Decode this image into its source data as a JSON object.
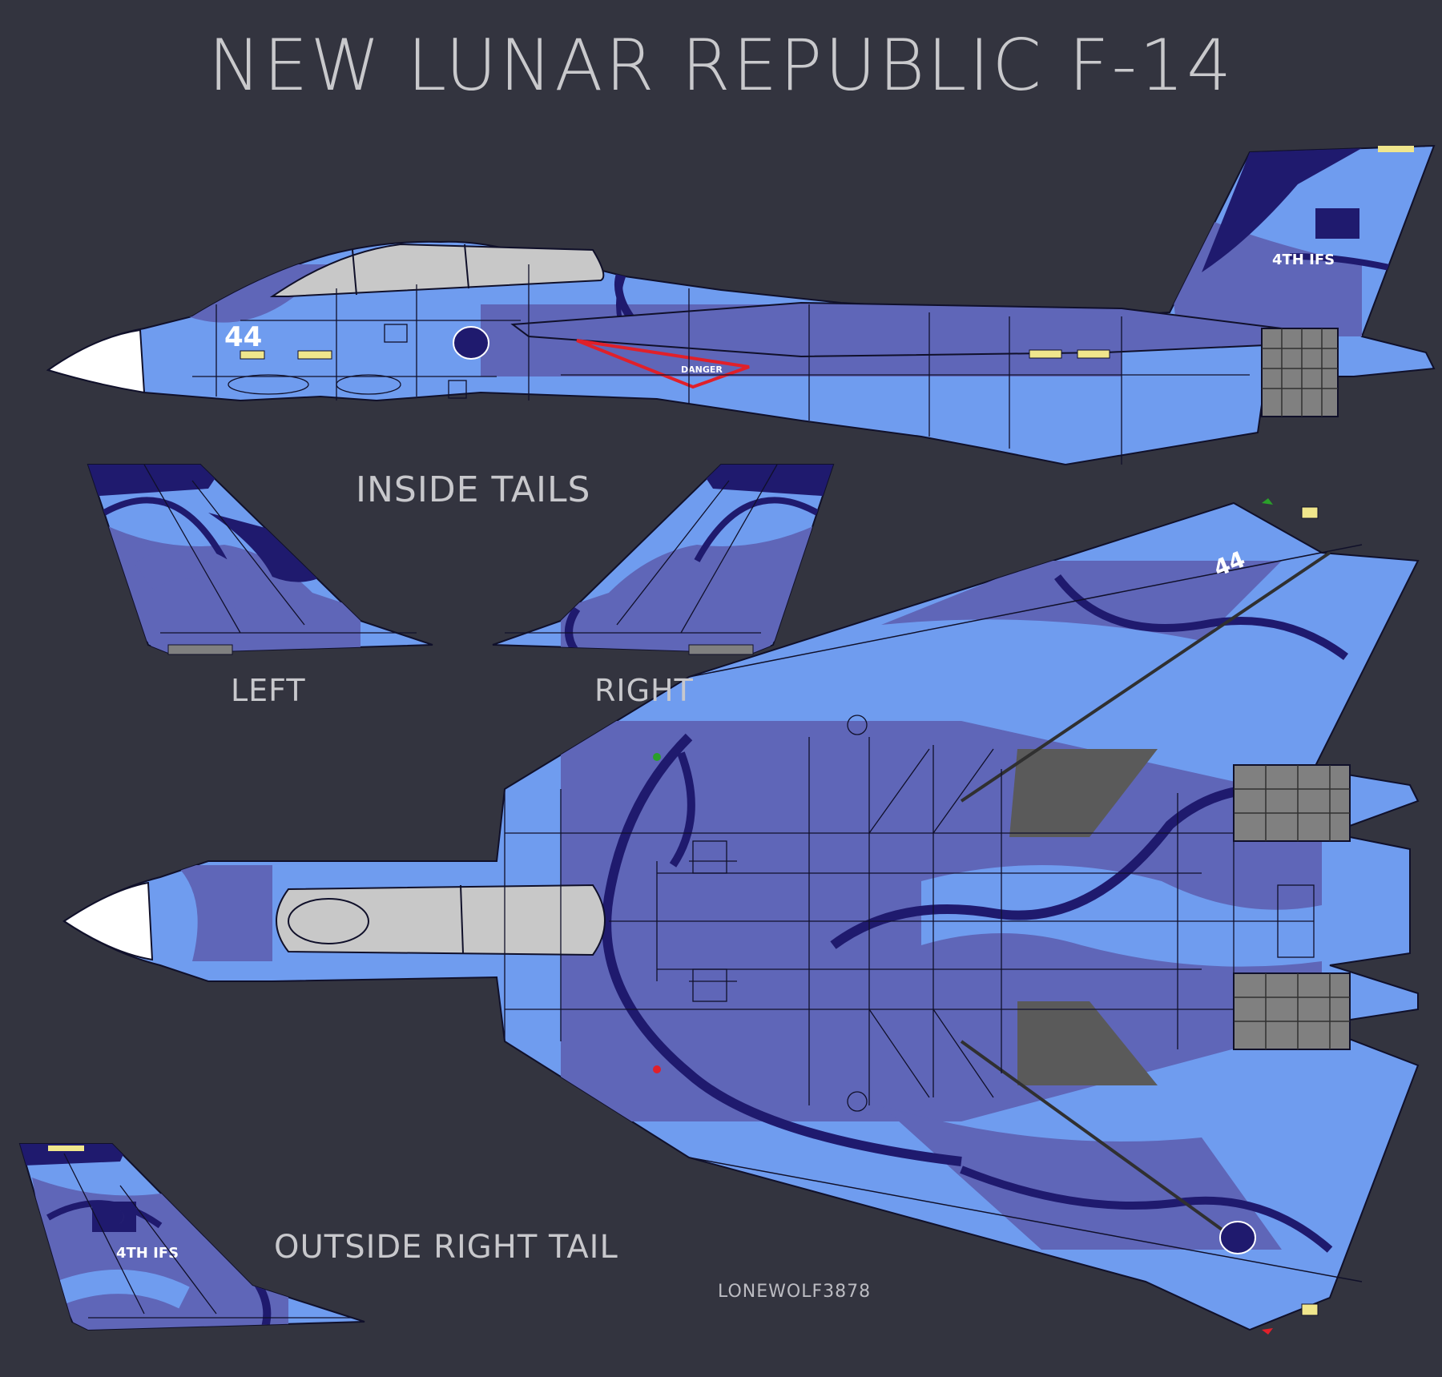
{
  "title": "NEW LUNAR REPUBLIC F-14",
  "labels": {
    "inside_tails": "INSIDE TAILS",
    "left": "LEFT",
    "right": "RIGHT",
    "outside_right_tail": "OUTSIDE RIGHT TAIL"
  },
  "credit": "LONEWOLF3878",
  "markings": {
    "modex": "44",
    "squadron": "4TH IFS",
    "warning": "DANGER"
  },
  "colors": {
    "background": "#33343f",
    "camo_light": "#6f9cef",
    "camo_mid": "#5f66b8",
    "camo_dark": "#1f1a6e",
    "canopy": "#c8c8c8",
    "nose": "#ffffff",
    "warning_red": "#e0202a",
    "light_yellow": "#f0e68c"
  }
}
